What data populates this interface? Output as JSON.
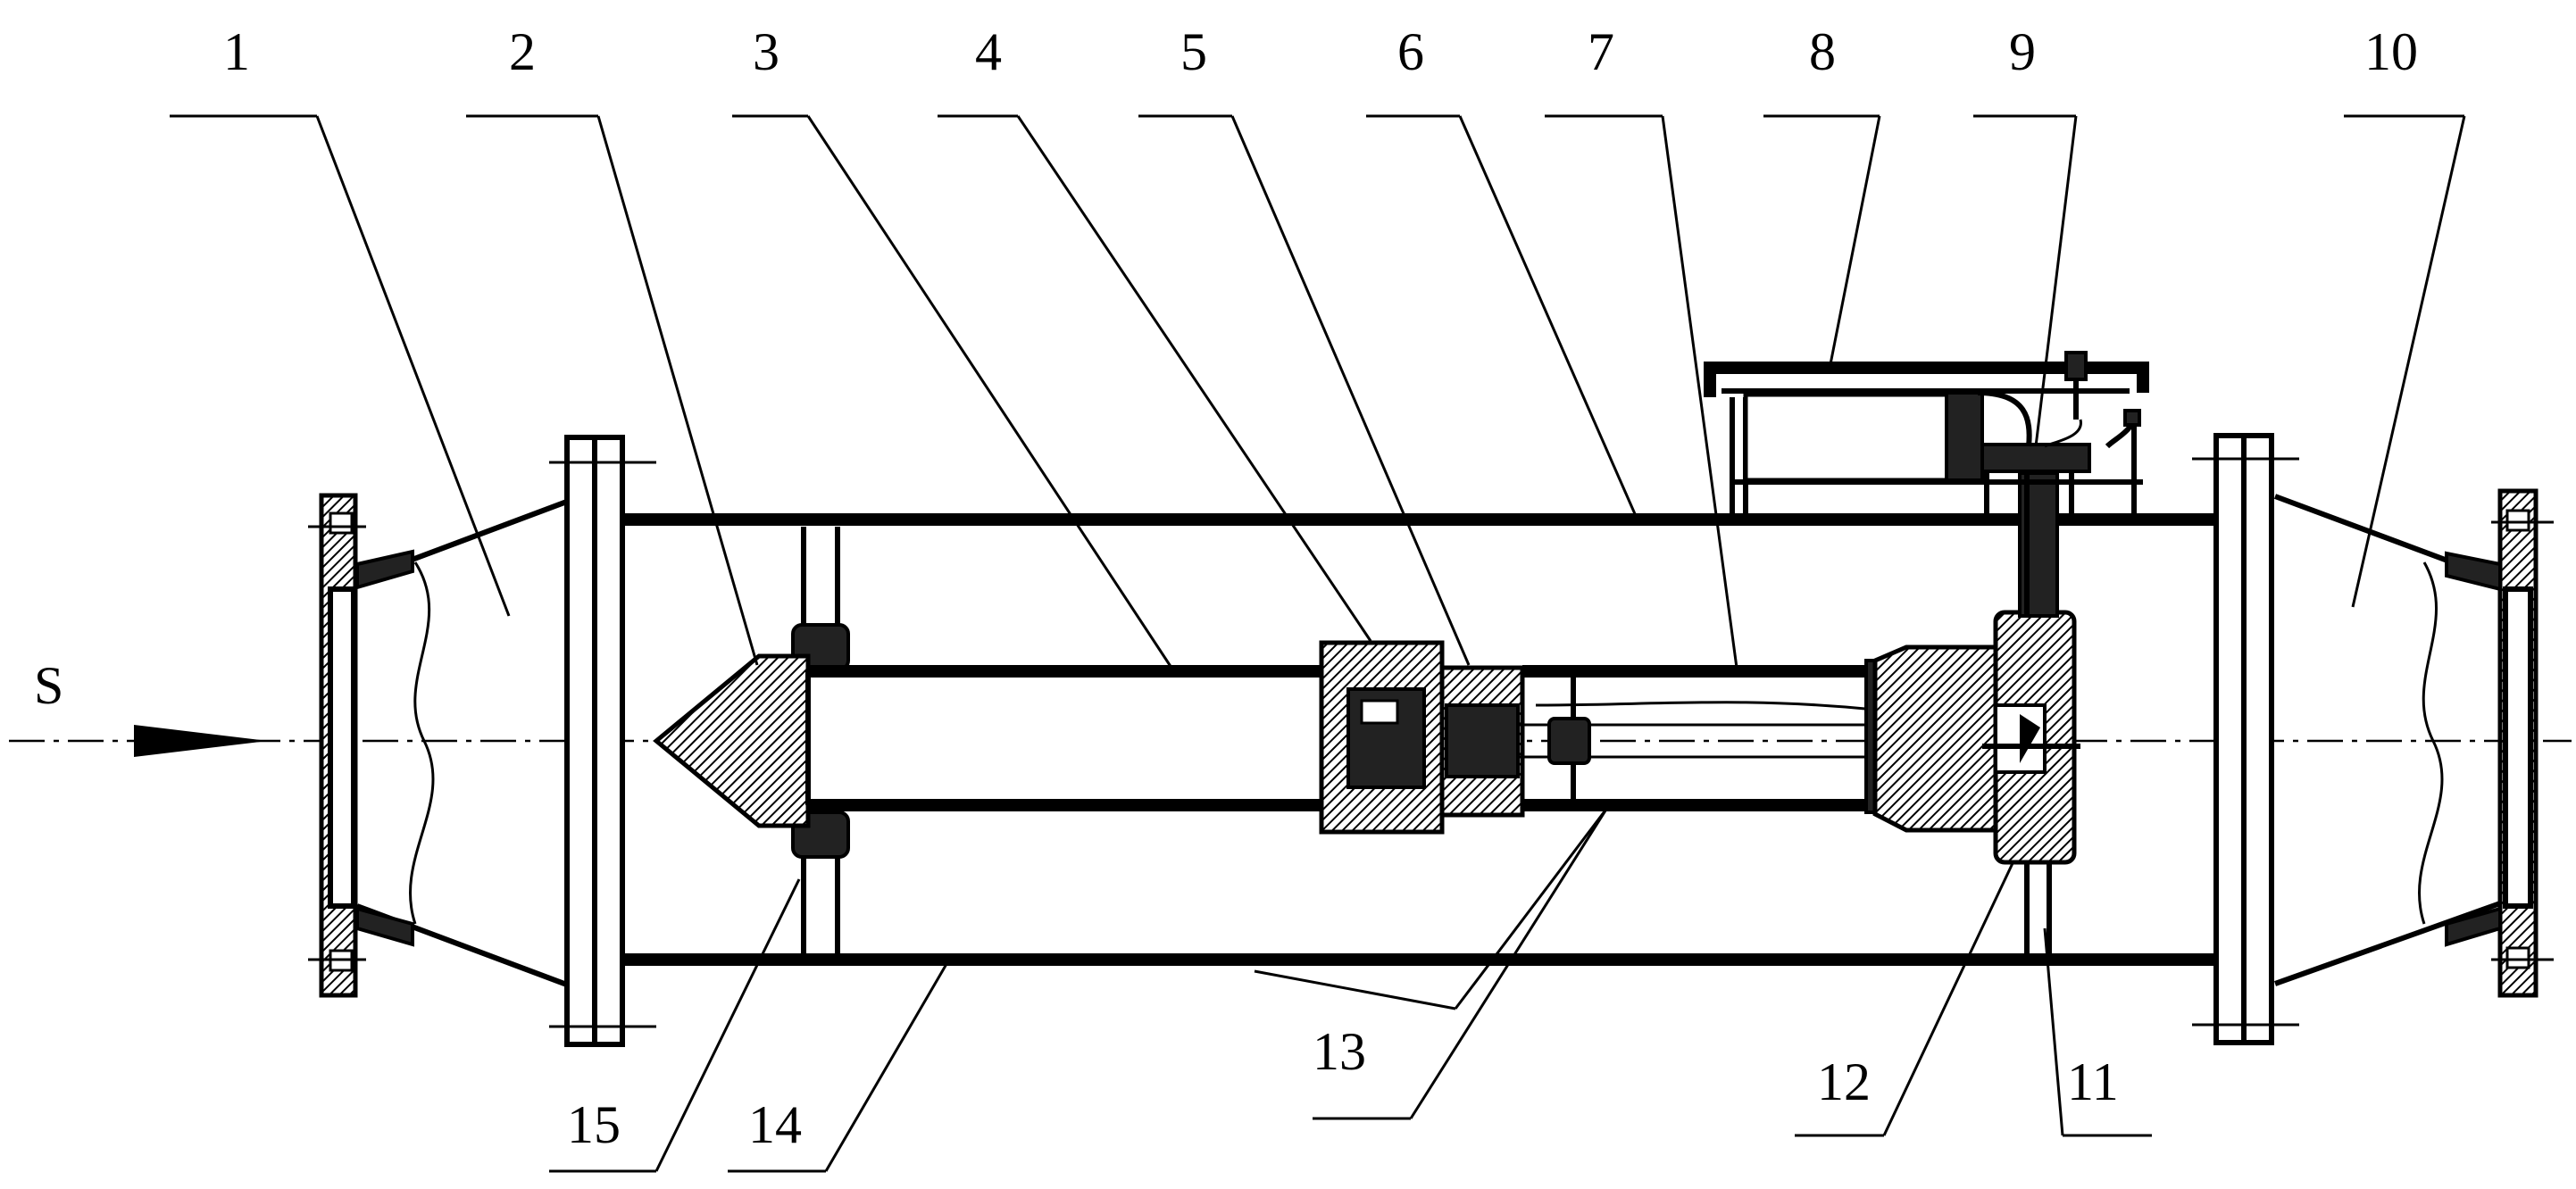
{
  "labels": {
    "top": [
      "1",
      "2",
      "3",
      "4",
      "5",
      "6",
      "7",
      "8",
      "9",
      "10"
    ],
    "bottom": [
      "15",
      "14",
      "13",
      "12",
      "11"
    ],
    "flow": "S"
  }
}
